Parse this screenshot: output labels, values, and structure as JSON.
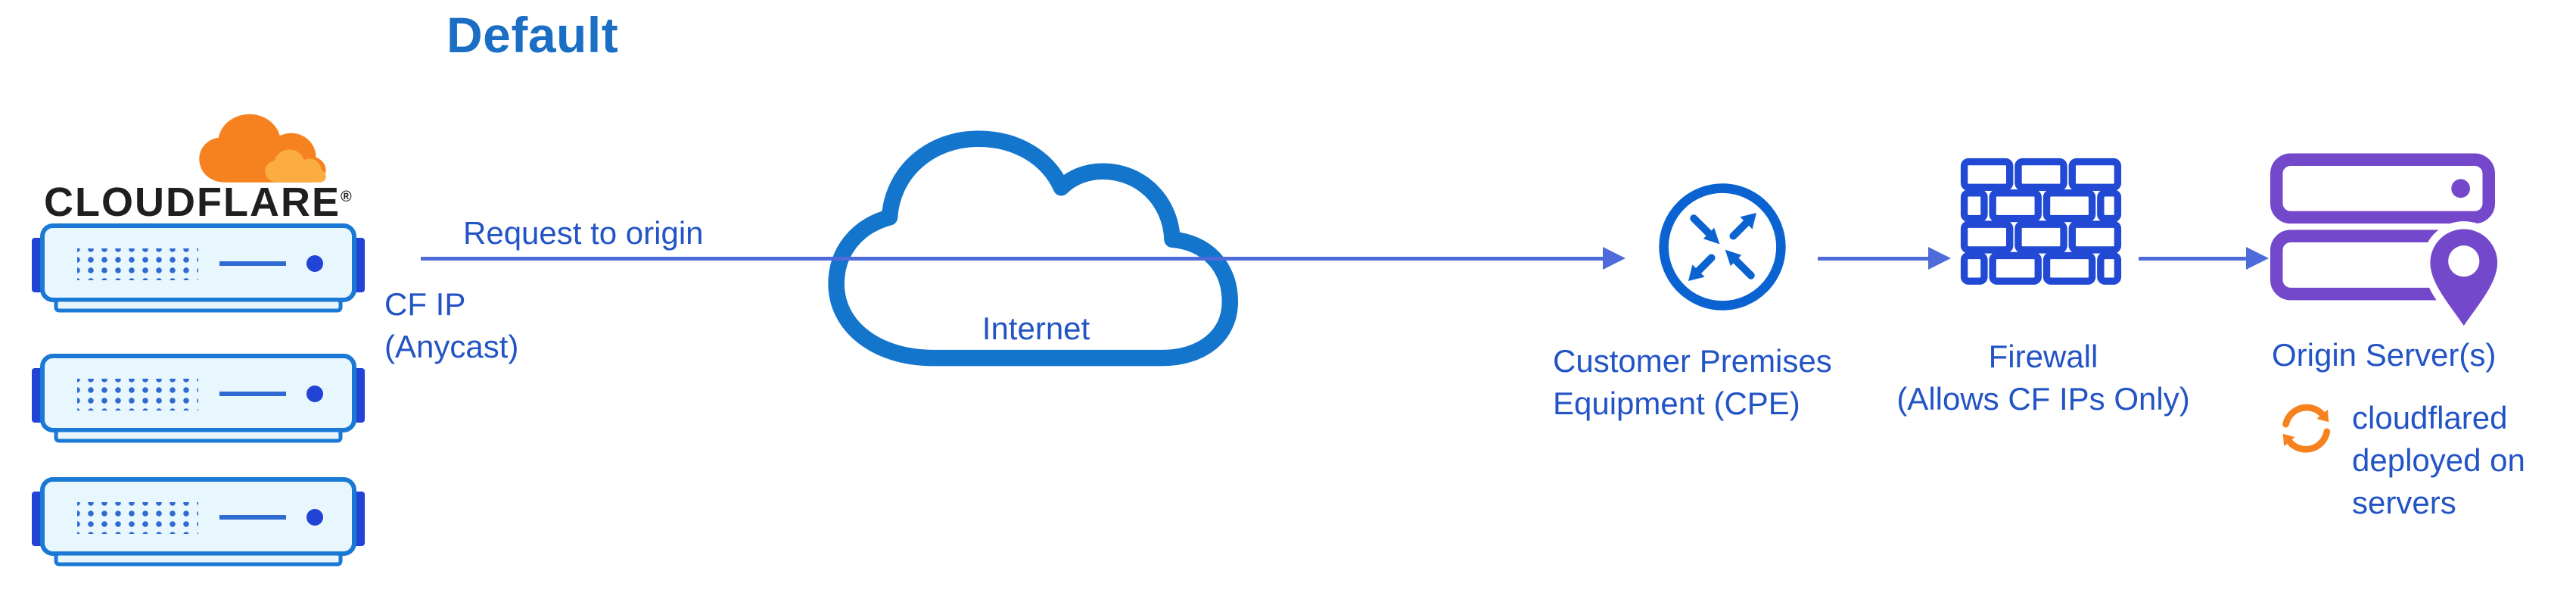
{
  "title": "Default",
  "logo": {
    "wordmark": "CLOUDFLARE",
    "registered_mark": "®"
  },
  "flow": {
    "request_to_origin": "Request to origin",
    "cf_ip": "CF IP",
    "cf_ip_sub": "(Anycast)"
  },
  "internet": {
    "label": "Internet"
  },
  "cpe": {
    "line1": "Customer Premises",
    "line2": "Equipment (CPE)"
  },
  "firewall": {
    "line1": "Firewall",
    "line2": "(Allows CF IPs Only)"
  },
  "origin": {
    "label": "Origin Server(s)",
    "note1": "cloudflared",
    "note2": "deployed on",
    "note3": "servers"
  },
  "icons": {
    "cloudflare_logo": "cloudflare-orange-cloud",
    "edge_server": "server-rack-unit",
    "internet": "cloud-outline",
    "cpe": "router-circle-crossed-arrows",
    "firewall": "brick-wall",
    "origin_servers": "server-stack-with-location-pin",
    "cloudflared": "sync-circular-arrows"
  },
  "colors": {
    "background": "#ffffff",
    "title_blue": "#1a6fc4",
    "text_blue": "#2254c5",
    "arrow_blue": "#4e6bd9",
    "cloud_blue": "#1375cc",
    "cpe_blue": "#0b63d1",
    "firewall_blue": "#2149d4",
    "origin_purple": "#7448cb",
    "cf_orange": "#f6821f",
    "cf_orange_light": "#fbad41",
    "server_border": "#1b79d6",
    "server_fill": "#e8f6fd",
    "server_tab": "#2143d6",
    "server_dot": "#2e6ad2",
    "wordmark_black": "#1f1f1f"
  }
}
